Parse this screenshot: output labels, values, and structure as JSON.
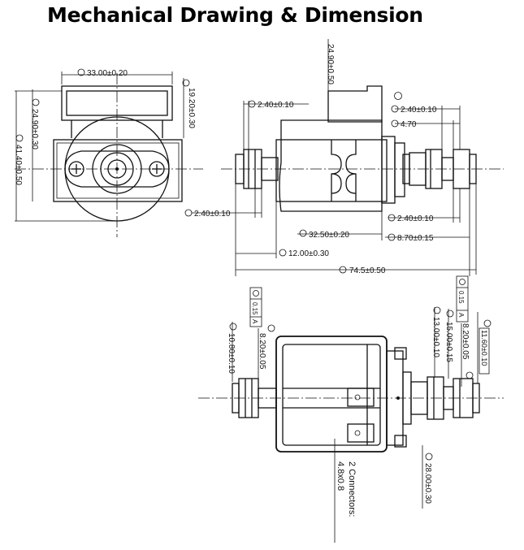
{
  "title": "Mechanical Drawing & Dimension",
  "dims": {
    "front_width": "33.00±0.20",
    "front_h1": "19.20±0.30",
    "front_h2": "24.90±0.30",
    "front_h3": "41.40±0.50",
    "top_height": "24.90±0.50",
    "d1": "2.40±0.10",
    "d2": "2.40±0.10",
    "d3": "4.70",
    "d4": "2.40±0.10",
    "d5": "2.40±0.10",
    "body_len": "32.50±0.20",
    "d6": "8.70±0.15",
    "d7": "12.00±0.30",
    "total_len": "74.5±0.50",
    "b1": "10.80±0.10",
    "b2": "8.20±0.05",
    "b3": "13.00±0.10",
    "b4": "15.00±0.15",
    "b5": "8.20±0.05",
    "b6": "11.60±0.10",
    "b7": "28.00±0.30",
    "tol_a": "0.15",
    "tol_datum": "A",
    "tol_b": "0.15",
    "connectors_line1": "2 Connectors:",
    "connectors_line2": "4.8x0.8"
  }
}
